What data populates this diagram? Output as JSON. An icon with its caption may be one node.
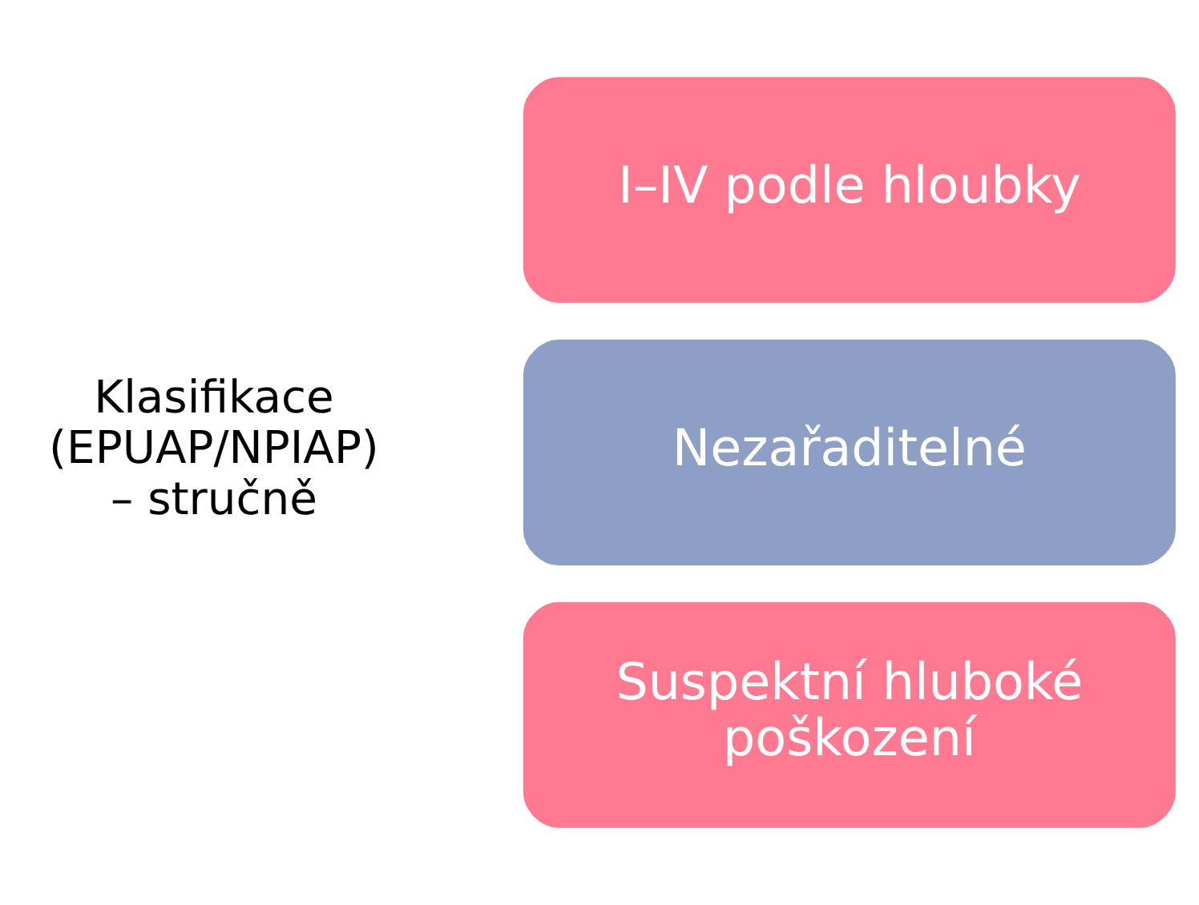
{
  "diagram": {
    "nodes": [
      {
        "text": [
          "I–IV podle hloubky"
        ]
      },
      {
        "text": [
          "Nezařaditelné"
        ]
      },
      {
        "text": [
          "Suspektní hluboké poškození"
        ]
      }
    ],
    "labels": [
      "Klasifikace (EPUAP/NPIAP) – stručně"
    ]
  }
}
